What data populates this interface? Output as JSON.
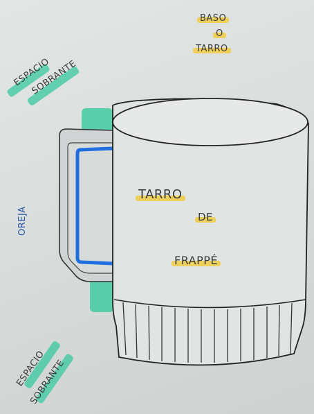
{
  "labels": {
    "container_line1": "BASO",
    "container_line2": "O",
    "container_line3": "TARRO",
    "top_space_line1": "ESPACIO",
    "top_space_line2": "SOBRANTE",
    "ear": "OREJA",
    "bottom_space_line1": "ESPACIO",
    "bottom_space_line2": "SOBRANTE",
    "title_line1": "TARRO",
    "title_line2": "DE",
    "title_line3": "FRAPPÉ"
  },
  "colors": {
    "highlighter_yellow": "#f2c82d",
    "highlighter_green": "#2ec89b",
    "handle_blue": "#1f6fe0",
    "pencil": "#3a3a3a"
  }
}
